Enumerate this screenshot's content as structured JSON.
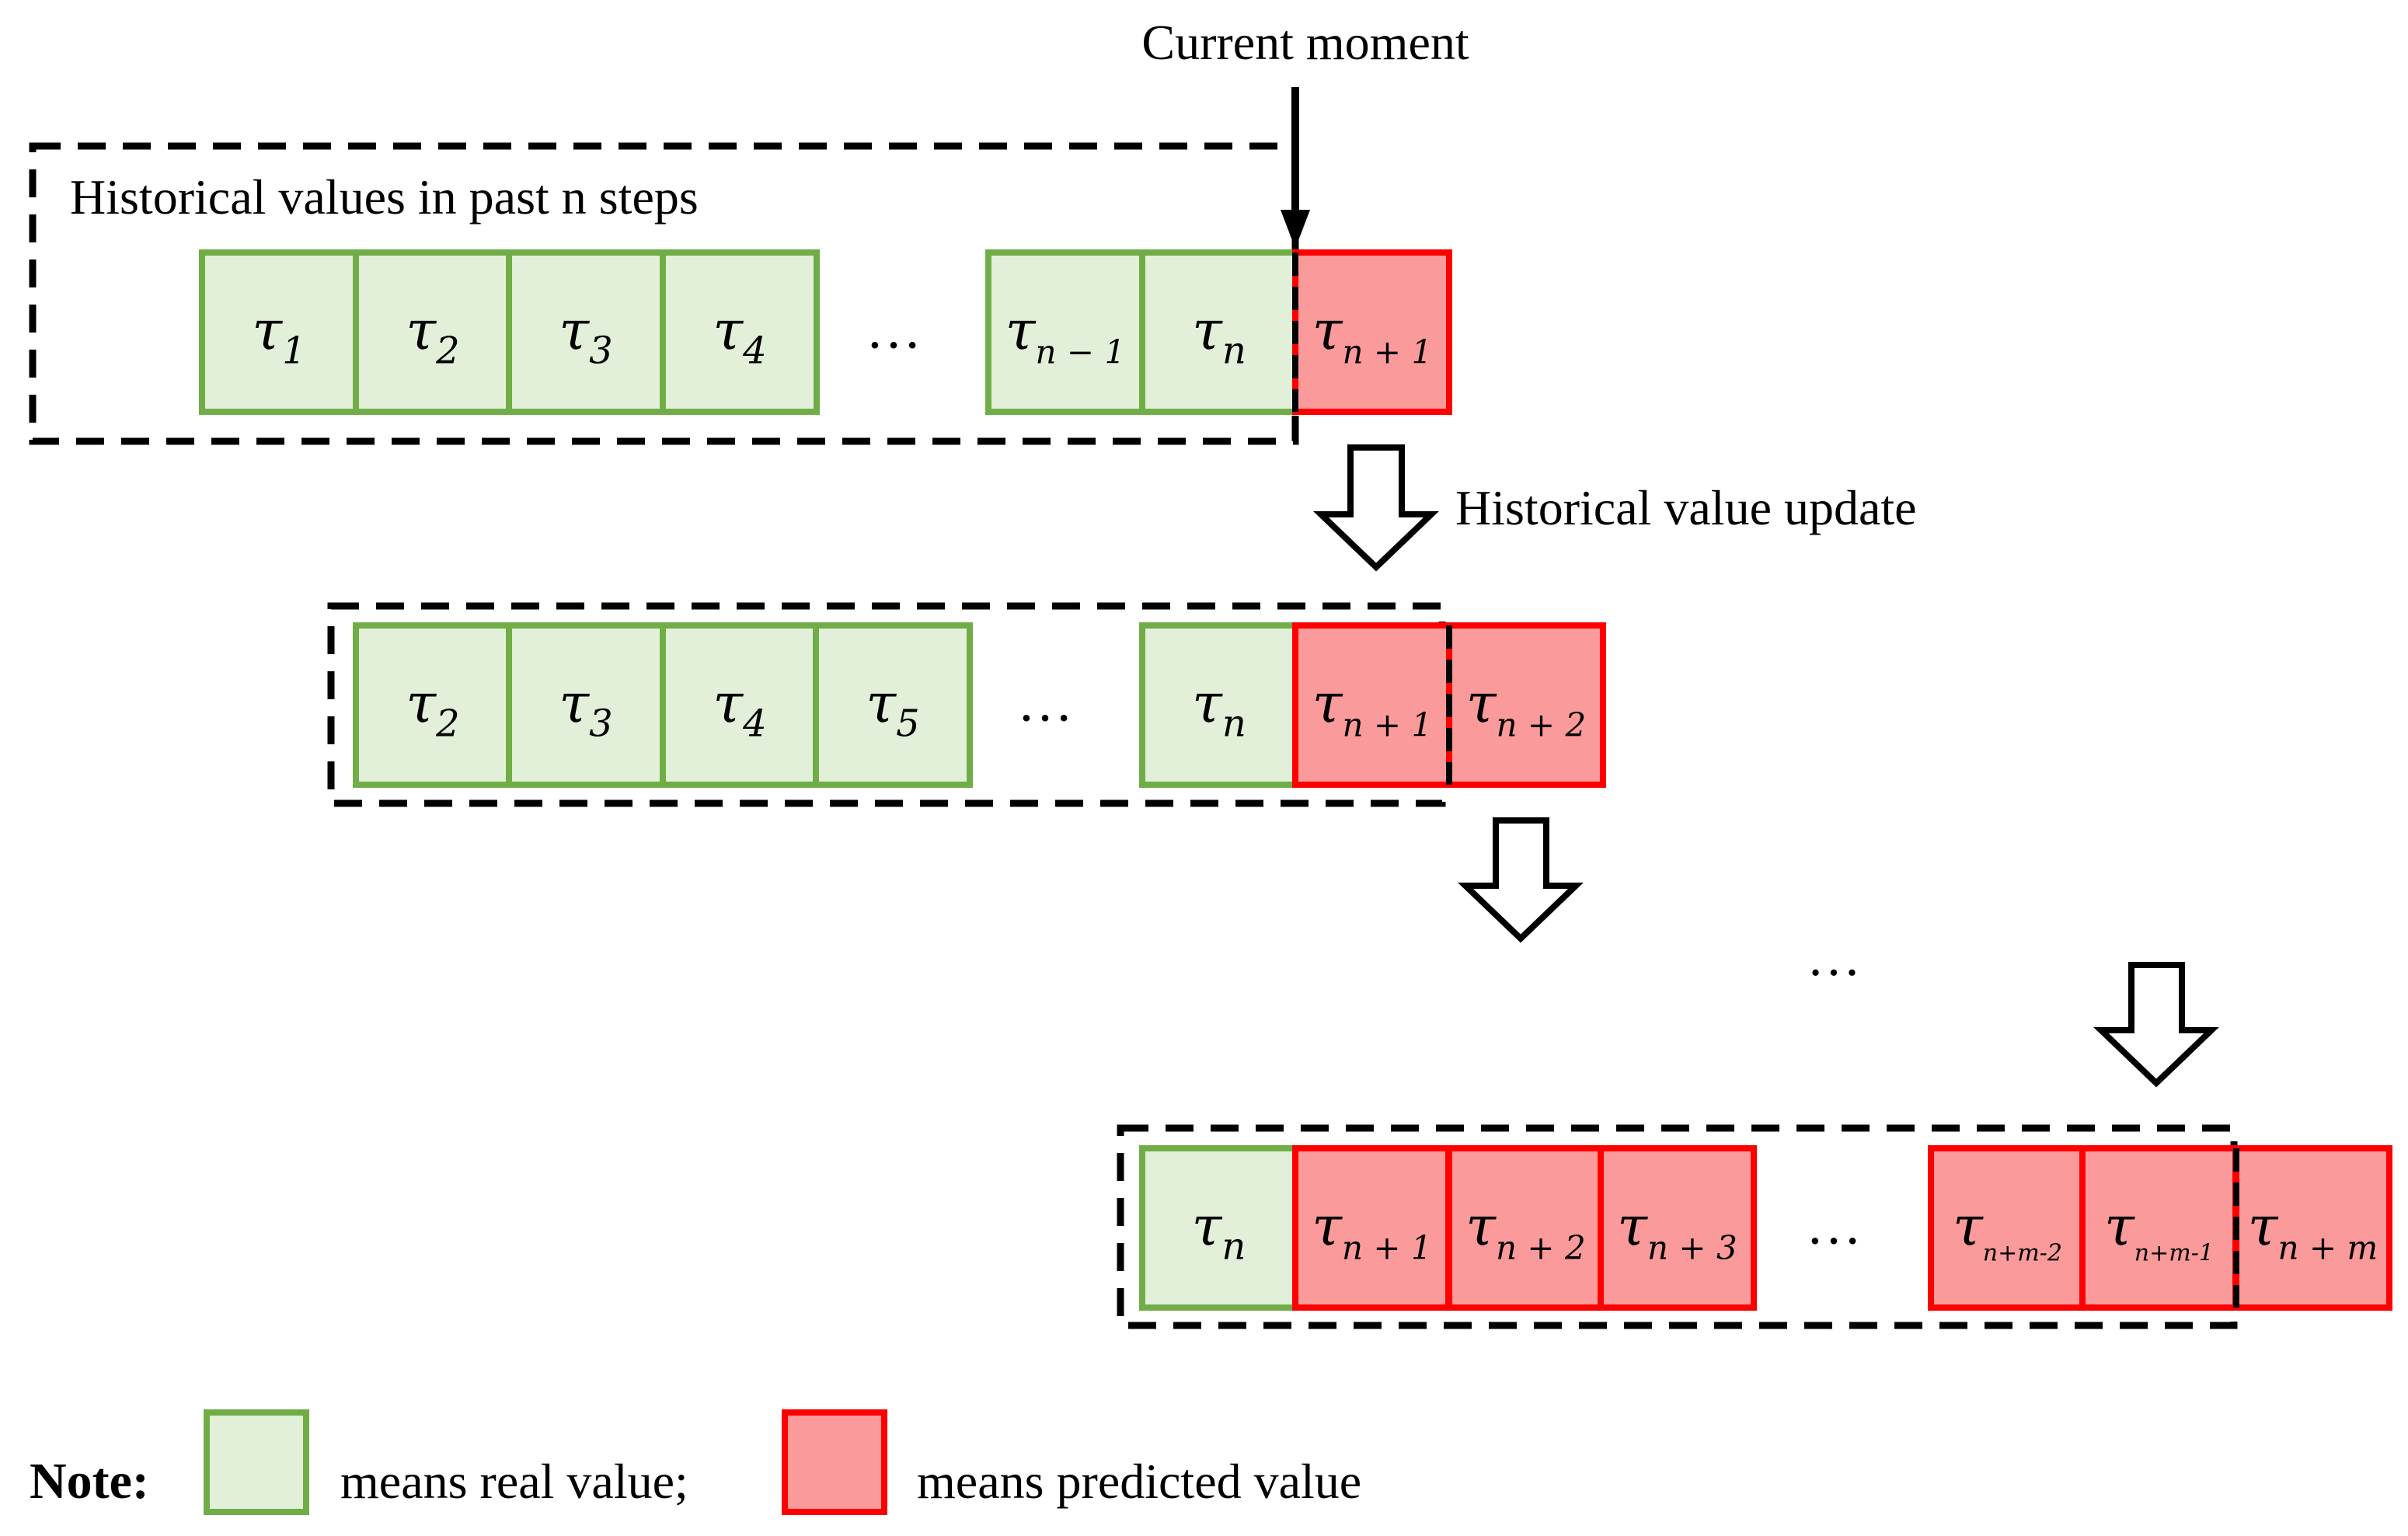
{
  "colors": {
    "real_fill": "#e2efd9",
    "real_stroke": "#70ad47",
    "pred_fill": "#fb9a9a",
    "pred_stroke": "#ff0000",
    "dash": "#000000"
  },
  "labels": {
    "current_moment": "Current moment",
    "window_title": "Historical values in past n steps",
    "update": "Historical value update",
    "vertical_ellipsis": "…"
  },
  "rows": [
    {
      "cells": [
        {
          "type": "real",
          "base": "τ",
          "sub": "1"
        },
        {
          "type": "real",
          "base": "τ",
          "sub": "2"
        },
        {
          "type": "real",
          "base": "τ",
          "sub": "3"
        },
        {
          "type": "real",
          "base": "τ",
          "sub": "4"
        },
        {
          "type": "ellipsis",
          "text": "…"
        },
        {
          "type": "real",
          "base": "τ",
          "sub": "n − 1"
        },
        {
          "type": "real",
          "base": "τ",
          "sub": "n"
        },
        {
          "type": "pred",
          "base": "τ",
          "sub": "n + 1"
        }
      ]
    },
    {
      "cells": [
        {
          "type": "real",
          "base": "τ",
          "sub": "2"
        },
        {
          "type": "real",
          "base": "τ",
          "sub": "3"
        },
        {
          "type": "real",
          "base": "τ",
          "sub": "4"
        },
        {
          "type": "real",
          "base": "τ",
          "sub": "5"
        },
        {
          "type": "ellipsis",
          "text": "…"
        },
        {
          "type": "real",
          "base": "τ",
          "sub": "n"
        },
        {
          "type": "pred",
          "base": "τ",
          "sub": "n + 1"
        },
        {
          "type": "pred",
          "base": "τ",
          "sub": "n + 2"
        }
      ]
    },
    {
      "cells": [
        {
          "type": "real",
          "base": "τ",
          "sub": "n"
        },
        {
          "type": "pred",
          "base": "τ",
          "sub": "n + 1"
        },
        {
          "type": "pred",
          "base": "τ",
          "sub": "n + 2"
        },
        {
          "type": "pred",
          "base": "τ",
          "sub": "n + 3"
        },
        {
          "type": "ellipsis",
          "text": "…"
        },
        {
          "type": "pred",
          "base": "τ",
          "sub": "n+m-2"
        },
        {
          "type": "pred",
          "base": "τ",
          "sub": "n+m-1"
        },
        {
          "type": "pred",
          "base": "τ",
          "sub": "n + m"
        }
      ]
    }
  ],
  "note": {
    "title": "Note:",
    "real_text": "means real value;",
    "pred_text": "means predicted value"
  }
}
